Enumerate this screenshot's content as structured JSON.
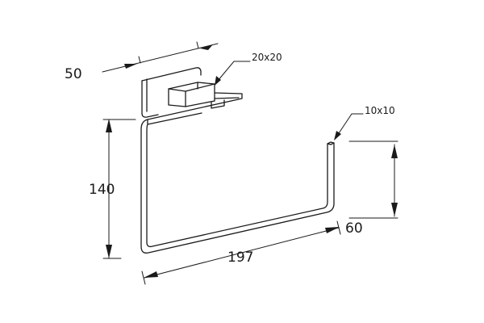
{
  "dimensions": {
    "depth": "50",
    "height": "140",
    "width": "197",
    "projection": "60",
    "mount_section": "20x20",
    "bar_section": "10x10"
  }
}
